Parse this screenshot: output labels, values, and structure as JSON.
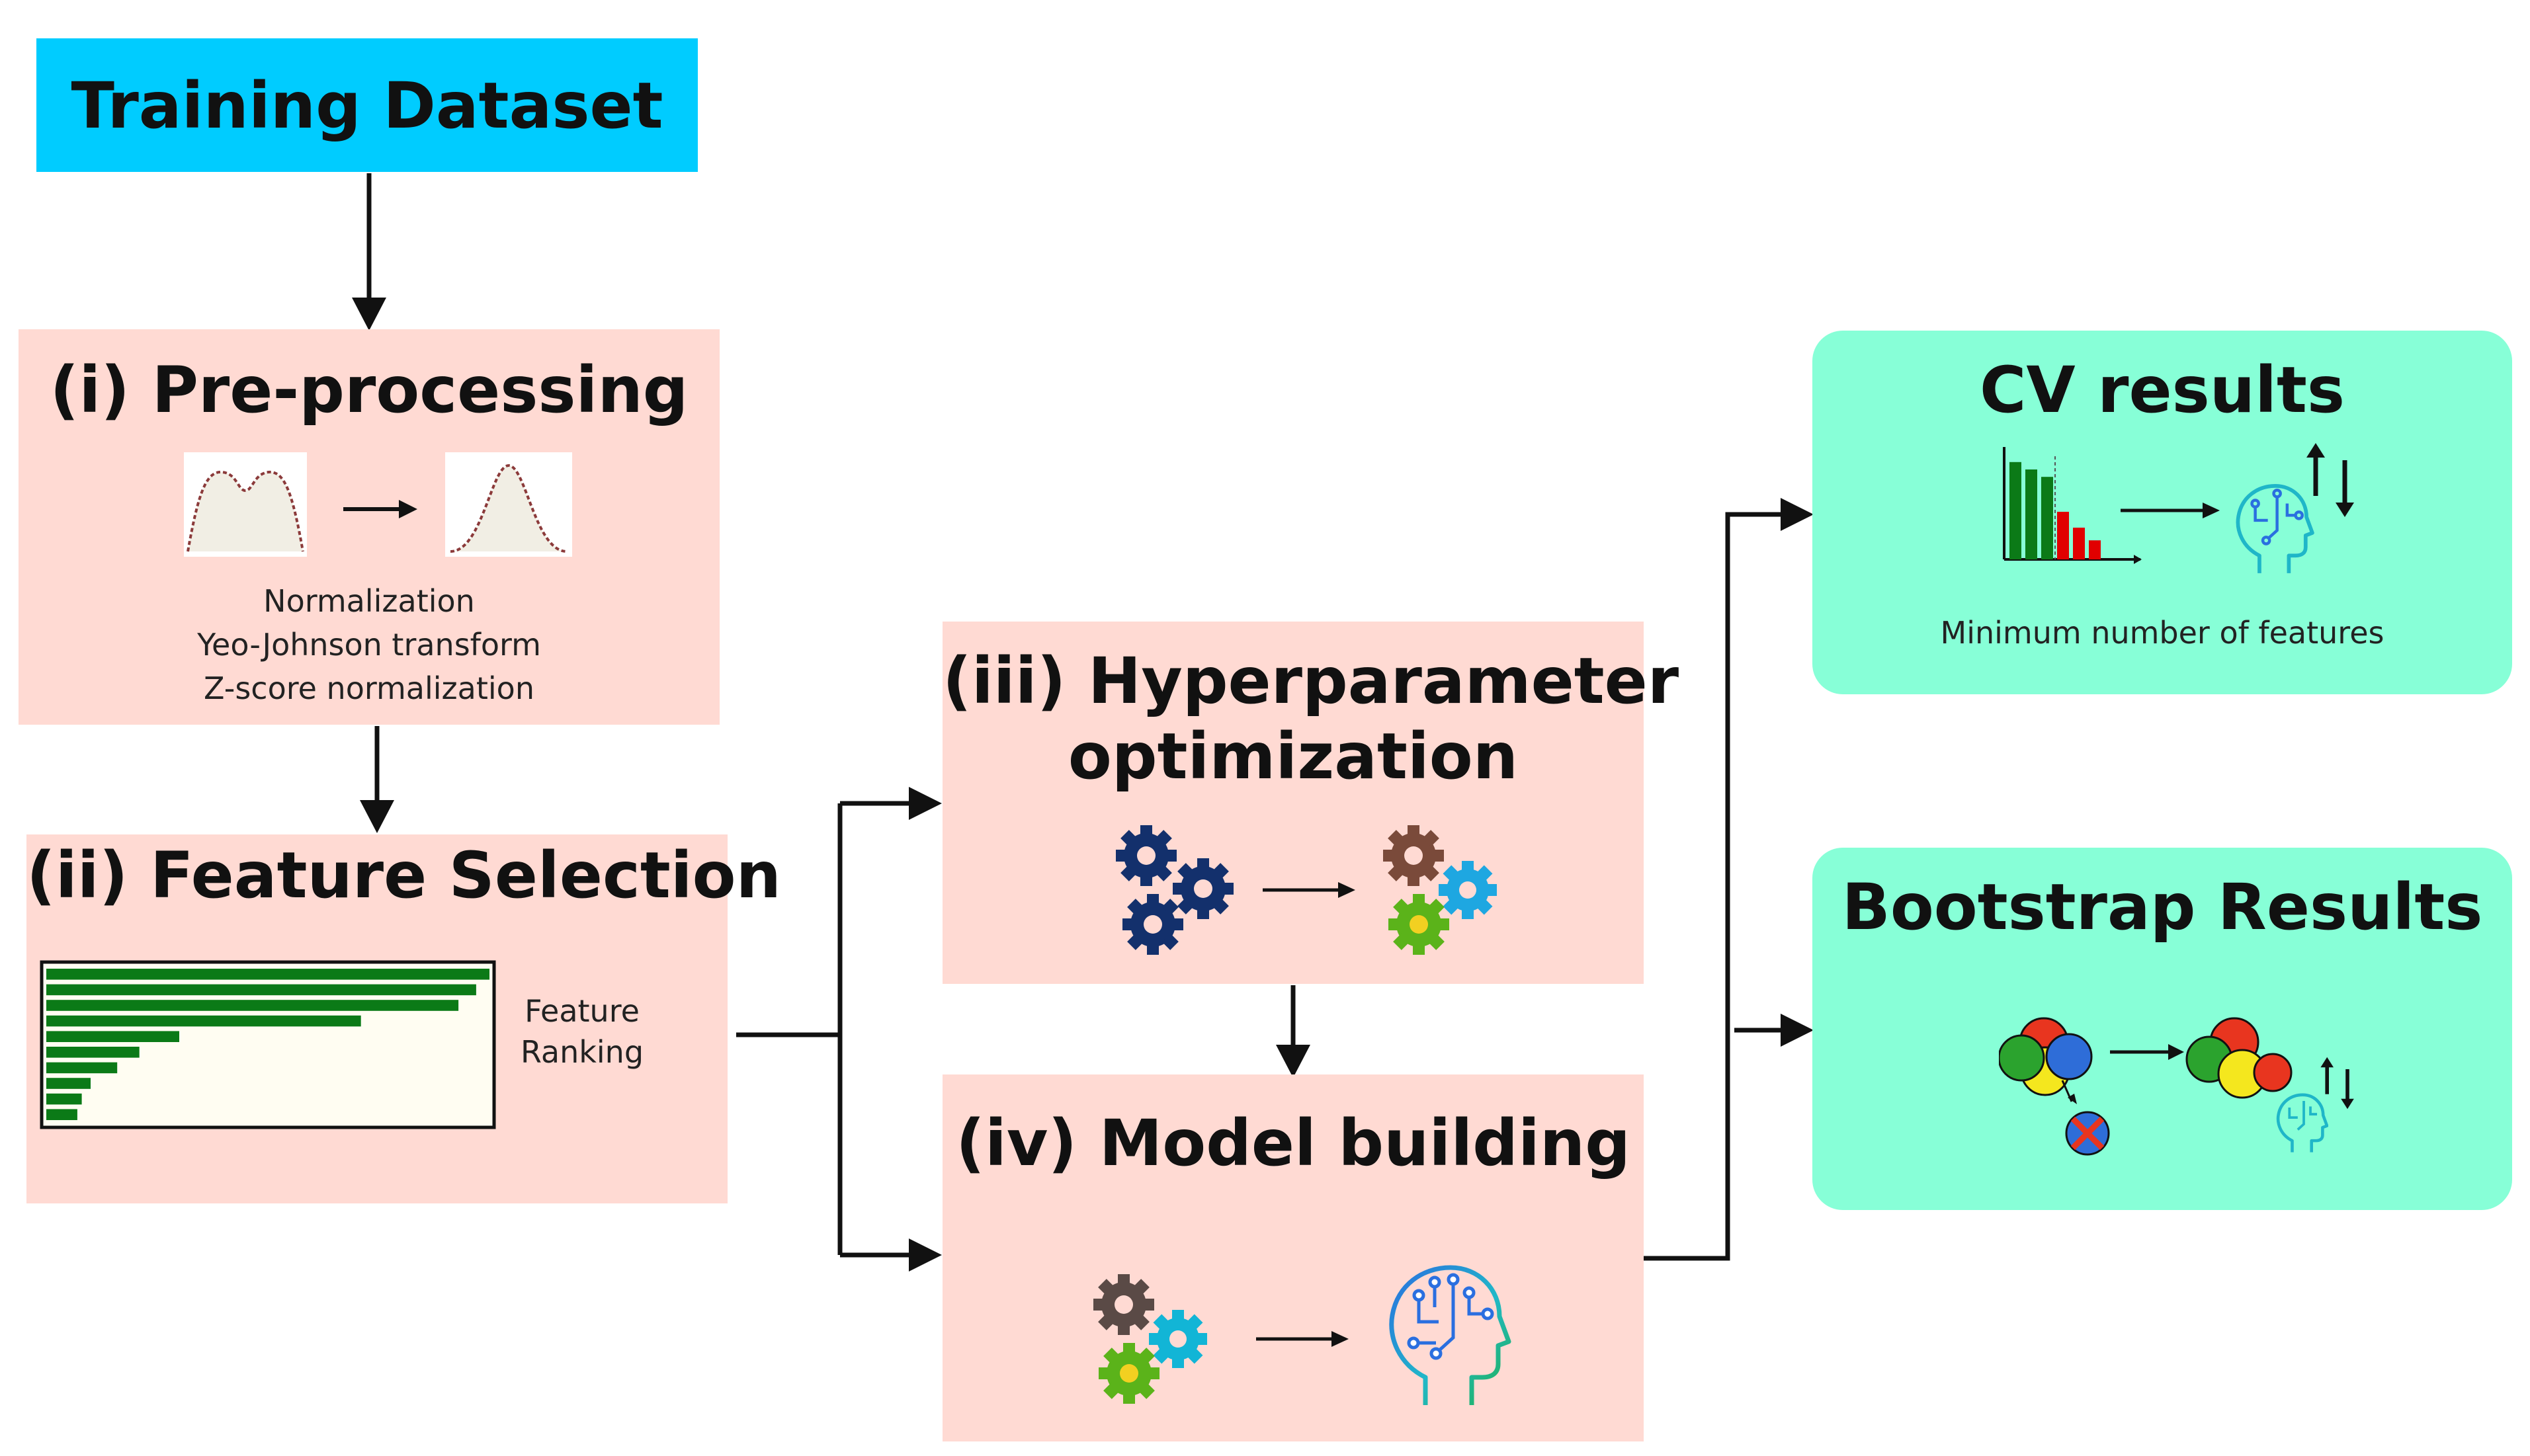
{
  "colors": {
    "dataset": "#00CCFF",
    "stage": "#FFDAD3",
    "result": "#87FFD7",
    "arrow": "#111111",
    "gear_navy": "#13306C",
    "bar_green": "#0B7A17",
    "bar_red": "#E10000"
  },
  "dataset": {
    "title": "Training Dataset"
  },
  "preprocessing": {
    "title": "(i) Pre-processing",
    "lines": [
      "Normalization",
      "Yeo-Johnson transform",
      "Z-score normalization"
    ]
  },
  "feature_selection": {
    "title": "(ii) Feature Selection",
    "caption_line1": "Feature",
    "caption_line2": "Ranking",
    "ranking_values": [
      1.0,
      0.97,
      0.93,
      0.71,
      0.3,
      0.21,
      0.16,
      0.1,
      0.08,
      0.07
    ]
  },
  "hyperparameter": {
    "title_line1": "(iii) Hyperparameter",
    "title_line2": "optimization"
  },
  "model_building": {
    "title": "(iv) Model building"
  },
  "cv_results": {
    "title": "CV results",
    "caption": "Minimum number of features",
    "bars": [
      {
        "value": 0.92,
        "color": "#0B7A17"
      },
      {
        "value": 0.85,
        "color": "#0B7A17"
      },
      {
        "value": 0.78,
        "color": "#0B7A17"
      },
      {
        "value": 0.45,
        "color": "#E10000"
      },
      {
        "value": 0.3,
        "color": "#E10000"
      },
      {
        "value": 0.18,
        "color": "#E10000"
      }
    ]
  },
  "bootstrap_results": {
    "title": "Bootstrap Results"
  },
  "icons": {
    "gears_dark": "gear-cluster-dark-icon",
    "gears_color": "gear-cluster-color-icon",
    "brain": "ai-brain-head-icon",
    "swap_arrows": "up-down-arrows-icon",
    "circles": "venn-circles-icon",
    "removed": "removed-circle-icon"
  }
}
